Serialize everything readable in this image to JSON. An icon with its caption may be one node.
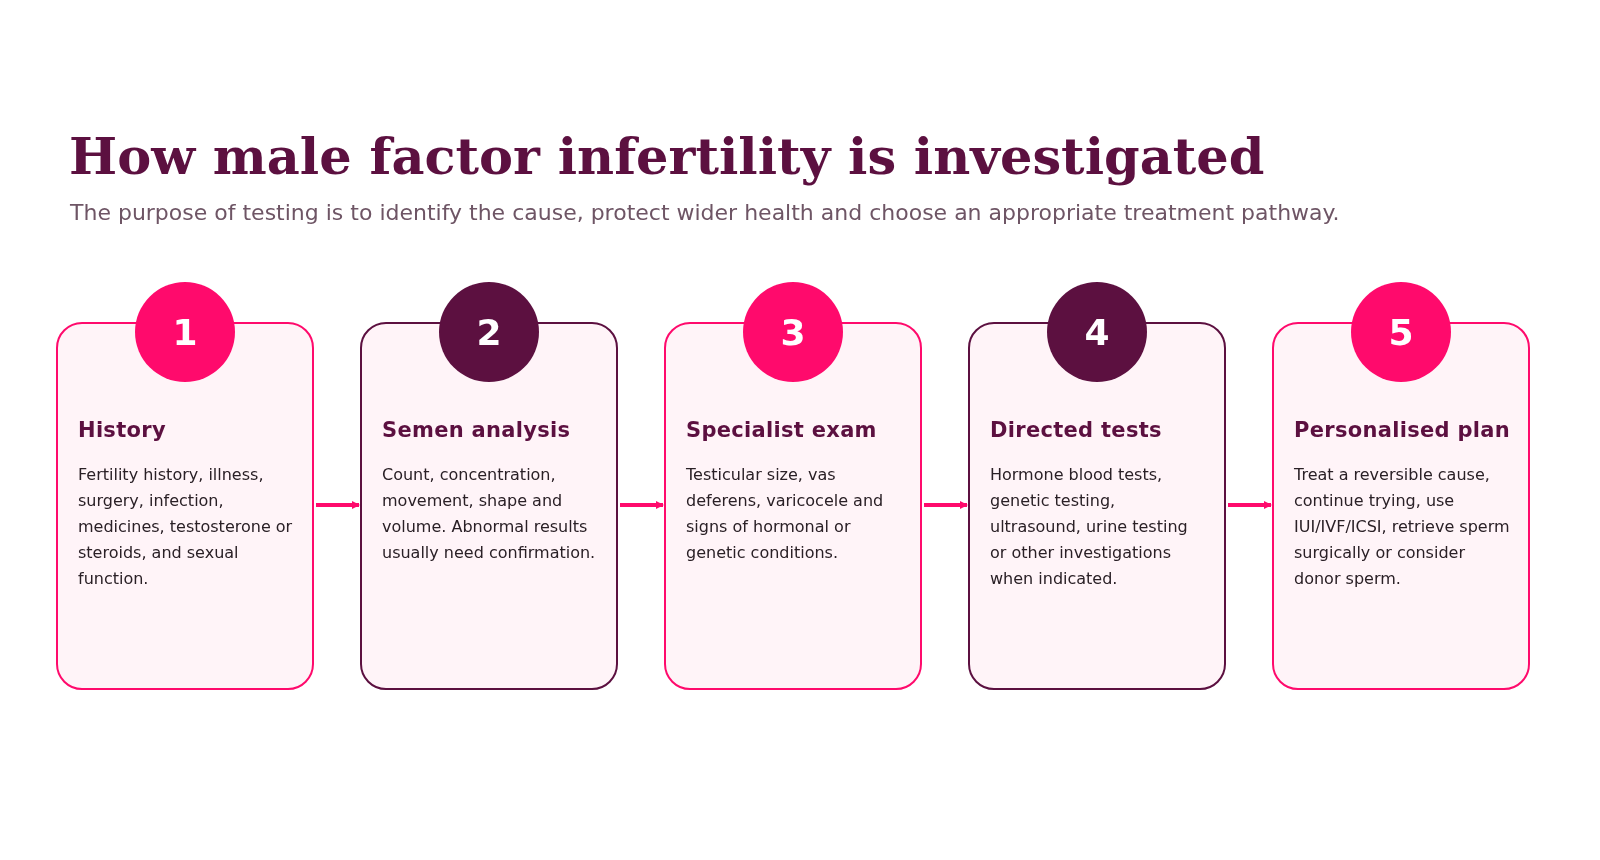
{
  "diagram": {
    "title": "How male factor infertility is investigated",
    "caption": "The purpose of testing is to identify the cause, protect wider health and choose an appropriate treatment pathway.",
    "nodes": [
      {
        "text": [
          "1",
          "History",
          "Fertility history, illness, surgery, infection, medicines, testosterone or steroids, and sexual function."
        ]
      },
      {
        "text": [
          "2",
          "Semen analysis",
          "Count, concentration, movement, shape and volume. Abnormal results usually need confirmation."
        ]
      },
      {
        "text": [
          "3",
          "Specialist exam",
          "Testicular size, vas deferens, varicocele and signs of hormonal or genetic conditions."
        ]
      },
      {
        "text": [
          "4",
          "Directed tests",
          "Hormone blood tests, genetic testing, ultrasound, urine testing or other investigations when indicated."
        ]
      },
      {
        "text": [
          "5",
          "Personalised plan",
          "Treat a reversible cause, continue trying, use IUI/IVF/ICSI, retrieve sperm surgically or consider donor sperm."
        ]
      }
    ],
    "edges": [
      {
        "from": 0,
        "to": 1,
        "arrow": "to"
      },
      {
        "from": 1,
        "to": 2,
        "arrow": "to"
      },
      {
        "from": 2,
        "to": 3,
        "arrow": "to"
      },
      {
        "from": 3,
        "to": 4,
        "arrow": "to"
      }
    ]
  }
}
